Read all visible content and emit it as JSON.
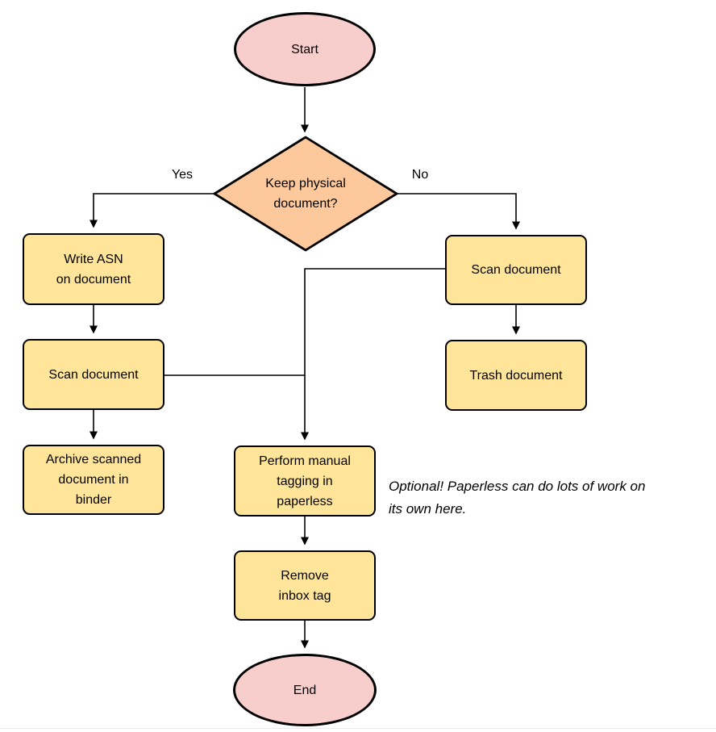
{
  "diagram": {
    "type": "flowchart",
    "nodes": {
      "start": {
        "label": "Start",
        "shape": "ellipse"
      },
      "decision": {
        "label": "Keep physical\ndocument?",
        "shape": "diamond"
      },
      "write_asn": {
        "label": "Write ASN\non document",
        "shape": "rect"
      },
      "scan_left": {
        "label": "Scan document",
        "shape": "rect"
      },
      "archive": {
        "label": "Archive scanned\ndocument in\nbinder",
        "shape": "rect"
      },
      "tagging": {
        "label": "Perform manual\ntagging in\npaperless",
        "shape": "rect"
      },
      "remove_inbox": {
        "label": "Remove\ninbox tag",
        "shape": "rect"
      },
      "scan_right": {
        "label": "Scan document",
        "shape": "rect"
      },
      "trash": {
        "label": "Trash document",
        "shape": "rect"
      },
      "end": {
        "label": "End",
        "shape": "ellipse"
      }
    },
    "edge_labels": {
      "yes": "Yes",
      "no": "No"
    },
    "annotation": "Optional! Paperless can do lots of work on\nits own here.",
    "colors": {
      "terminal_fill": "#f8cecc",
      "decision_fill": "#fdc99c",
      "process_fill": "#ffe59a",
      "stroke": "#000000"
    }
  }
}
